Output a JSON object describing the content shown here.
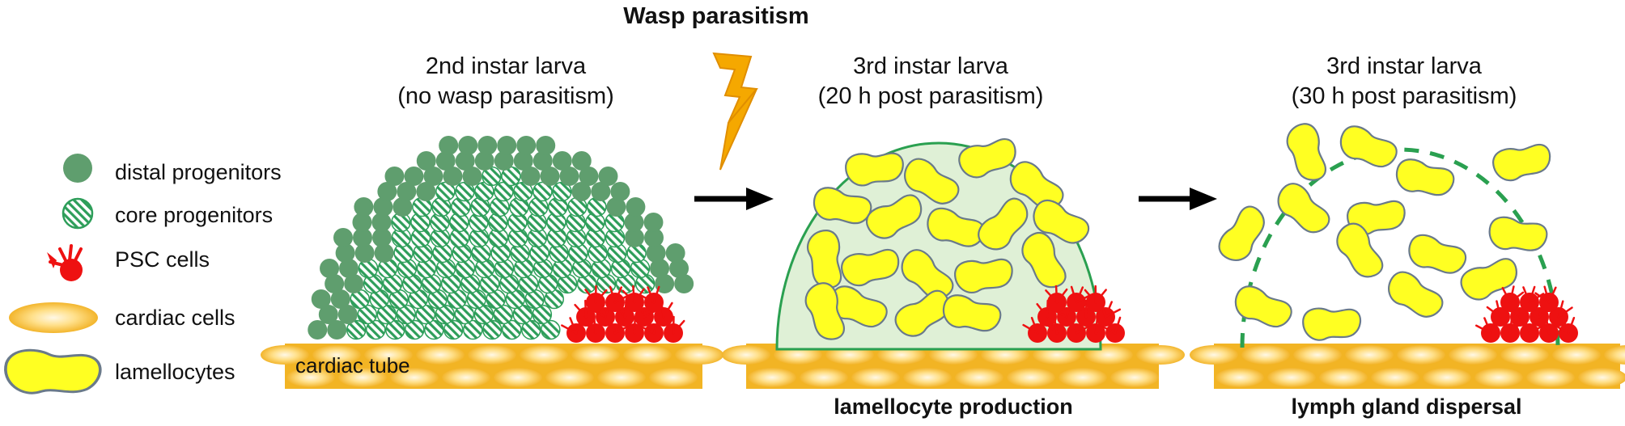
{
  "header": {
    "title": "Wasp parasitism"
  },
  "legend": [
    {
      "icon": "distal-progenitor-icon",
      "label": "distal progenitors"
    },
    {
      "icon": "core-progenitor-icon",
      "label": "core progenitors"
    },
    {
      "icon": "psc-cell-icon",
      "label": "PSC cells"
    },
    {
      "icon": "cardiac-cell-icon",
      "label": "cardiac cells"
    },
    {
      "icon": "lamellocyte-icon",
      "label": "lamellocytes"
    }
  ],
  "panels": [
    {
      "title_line1": "2nd instar larva",
      "title_line2": "(no wasp parasitism)",
      "tube_label": "cardiac tube",
      "caption": ""
    },
    {
      "title_line1": "3rd instar larva",
      "title_line2": "(20 h post parasitism)",
      "caption": "lamellocyte production"
    },
    {
      "title_line1": "3rd instar larva",
      "title_line2": "(30 h post parasitism)",
      "caption": "lymph gland dispersal"
    }
  ],
  "colors": {
    "distal": "#5f9e6e",
    "core_stroke": "#2e9e5a",
    "psc": "#ee1111",
    "cardiac_edge": "#f0b020",
    "cardiac_center": "#fff4d8",
    "lamellocyte_fill": "#ffff22",
    "lamellocyte_stroke": "#6a7a8a",
    "gland_fill": "#dff0d6",
    "gland_stroke": "#2aa050",
    "lightning": "#f5a800",
    "arrow": "#000000"
  }
}
